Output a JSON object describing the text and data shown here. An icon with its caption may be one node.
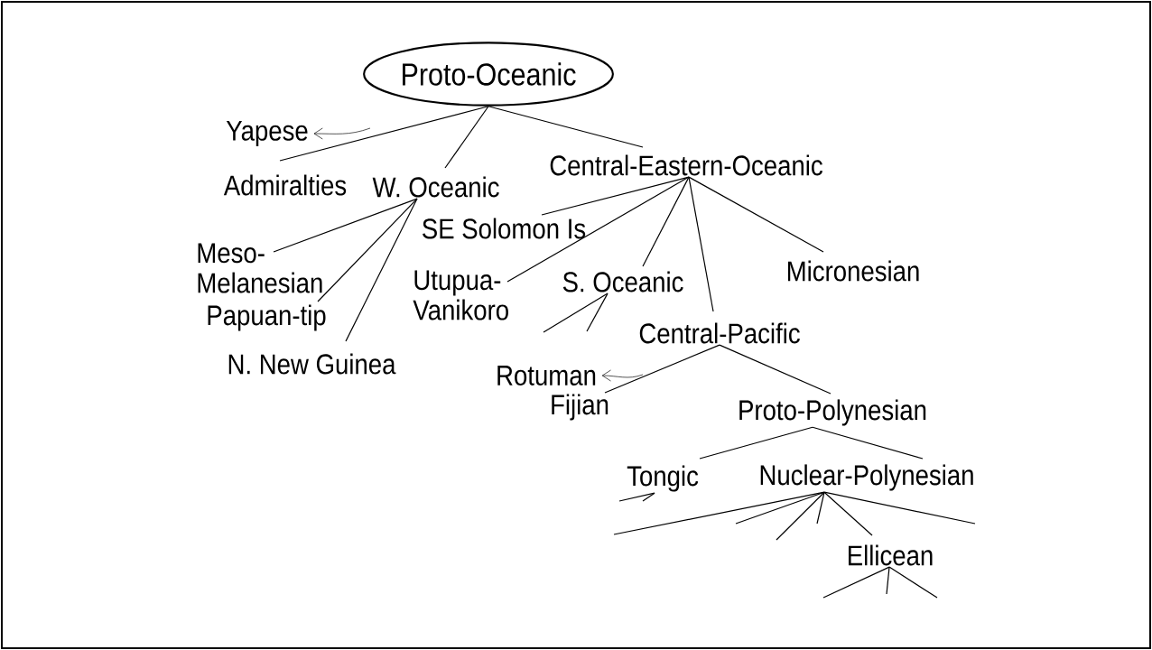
{
  "diagram": {
    "nodes": [
      {
        "text": [
          "Proto-Oceanic"
        ]
      },
      {
        "text": [
          "Yapese"
        ]
      },
      {
        "text": [
          "Admiralties"
        ]
      },
      {
        "text": [
          "W. Oceanic"
        ]
      },
      {
        "text": [
          "Central-Eastern-Oceanic"
        ]
      },
      {
        "text": [
          "Meso- Melanesian"
        ]
      },
      {
        "text": [
          "Papuan-tip"
        ]
      },
      {
        "text": [
          "N. New Guinea"
        ]
      },
      {
        "text": [
          "SE Solomon Is"
        ]
      },
      {
        "text": [
          "Utupua- Vanikoro"
        ]
      },
      {
        "text": [
          "S. Oceanic"
        ]
      },
      {
        "text": [
          "Central-Pacific"
        ]
      },
      {
        "text": [
          "Micronesian"
        ]
      },
      {
        "text": [
          "Rotuman"
        ]
      },
      {
        "text": [
          "Fijian"
        ]
      },
      {
        "text": [
          "Proto-Polynesian"
        ]
      },
      {
        "text": [
          "Tongic"
        ]
      },
      {
        "text": [
          "Nuclear-Polynesian"
        ]
      },
      {
        "text": [
          "Ellicean"
        ]
      }
    ],
    "edges": [
      {
        "from": 0,
        "to": 2,
        "arrow": "none"
      },
      {
        "from": 0,
        "to": 3,
        "arrow": "none"
      },
      {
        "from": 0,
        "to": 4,
        "arrow": "none"
      },
      {
        "from": 3,
        "to": 5,
        "arrow": "none"
      },
      {
        "from": 3,
        "to": 6,
        "arrow": "none"
      },
      {
        "from": 3,
        "to": 7,
        "arrow": "none"
      },
      {
        "from": 4,
        "to": 8,
        "arrow": "none"
      },
      {
        "from": 4,
        "to": 9,
        "arrow": "none"
      },
      {
        "from": 4,
        "to": 10,
        "arrow": "none"
      },
      {
        "from": 4,
        "to": 11,
        "arrow": "none"
      },
      {
        "from": 4,
        "to": 12,
        "arrow": "none"
      },
      {
        "from": 10,
        "to": null,
        "arrow": "none"
      },
      {
        "from": 10,
        "to": null,
        "arrow": "none"
      },
      {
        "from": 11,
        "to": 14,
        "arrow": "none"
      },
      {
        "from": 11,
        "to": 15,
        "arrow": "none"
      },
      {
        "from": 15,
        "to": 16,
        "arrow": "none"
      },
      {
        "from": 15,
        "to": 17,
        "arrow": "none"
      },
      {
        "from": 16,
        "to": null,
        "arrow": "none"
      },
      {
        "from": 16,
        "to": null,
        "arrow": "none"
      },
      {
        "from": 17,
        "to": null,
        "arrow": "none"
      },
      {
        "from": 17,
        "to": null,
        "arrow": "none"
      },
      {
        "from": 17,
        "to": null,
        "arrow": "none"
      },
      {
        "from": 17,
        "to": null,
        "arrow": "none"
      },
      {
        "from": 17,
        "to": 18,
        "arrow": "none"
      },
      {
        "from": 17,
        "to": null,
        "arrow": "none"
      },
      {
        "from": 18,
        "to": null,
        "arrow": "none"
      },
      {
        "from": 18,
        "to": null,
        "arrow": "none"
      },
      {
        "from": 18,
        "to": null,
        "arrow": "none"
      },
      {
        "from": null,
        "to": 1,
        "arrow": "to"
      },
      {
        "from": null,
        "to": 13,
        "arrow": "to"
      }
    ]
  }
}
